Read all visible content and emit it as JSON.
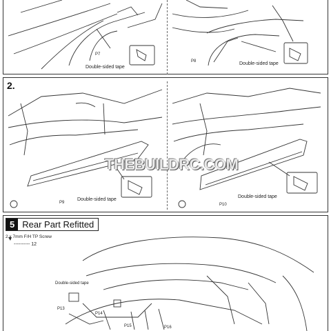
{
  "page": {
    "watermark": "THEBUILDRC.COM",
    "top_row": {
      "left_label": "Double-sided tape",
      "left_part": "P7",
      "right_label": "Double-sided tape",
      "right_part": "P8"
    },
    "step2": {
      "number": "2.",
      "left_label": "Double-sided tape",
      "left_part": "P9",
      "right_label": "Double-sided tape",
      "right_part": "P10"
    },
    "section5": {
      "number": "5",
      "title": "Rear Part Refitted",
      "screw_spec": "2 x 7mm F/H TP Screw",
      "screw_qty": "12",
      "tape_label": "Double-sided tape",
      "parts": [
        "P13",
        "P14",
        "P15",
        "P16"
      ]
    }
  }
}
